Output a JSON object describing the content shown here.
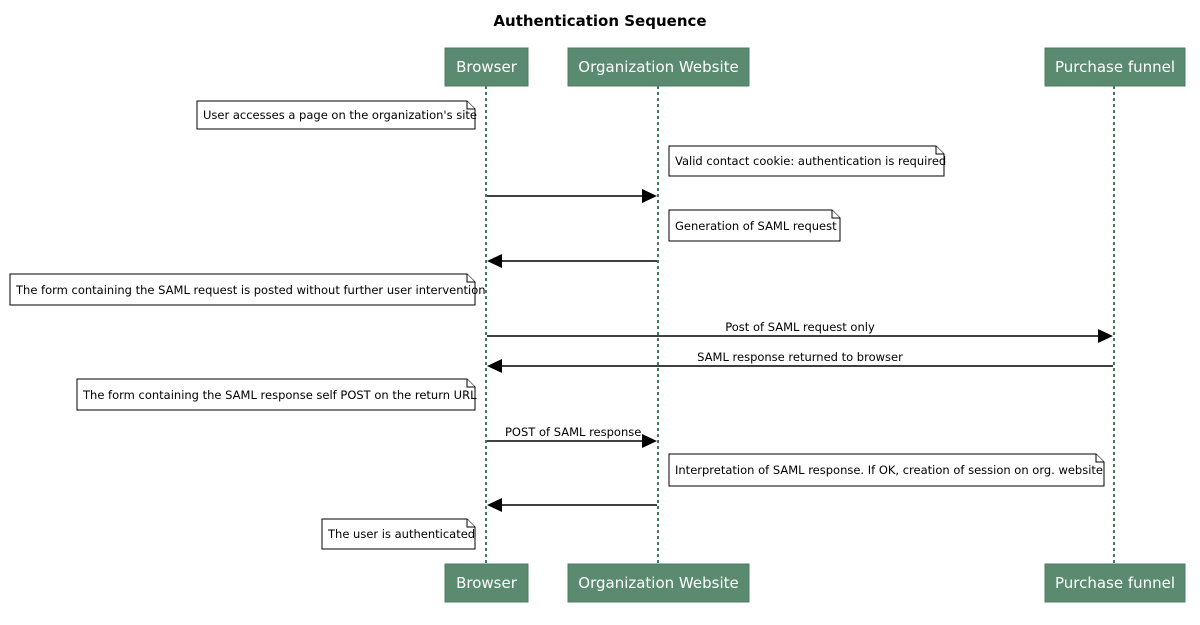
{
  "title": "Authentication Sequence",
  "colors": {
    "participant_fill": "#5a8a6f",
    "participant_border": "#4f7c63",
    "lifeline": "#3e7a5c"
  },
  "participants": {
    "browser": "Browser",
    "org": "Organization Website",
    "funnel": "Purchase funnel"
  },
  "notes": {
    "n1": "User accesses a page on the organization's site",
    "n2": "Valid contact cookie: authentication is required",
    "n3": "Generation of SAML request",
    "n4": "The form containing the SAML request is posted without further user intervention",
    "n5": "The form containing the SAML response self POST on the return URL",
    "n6": "Interpretation of SAML response. If OK, creation of session on org. website",
    "n7": "The user is authenticated"
  },
  "messages": {
    "m3": "Post of SAML request only",
    "m4": "SAML response returned to browser",
    "m5": "POST of SAML response"
  }
}
